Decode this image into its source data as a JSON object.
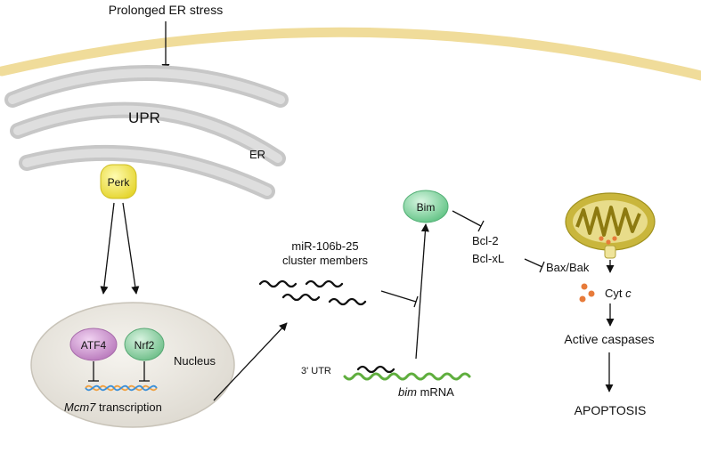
{
  "stimulus": "Prolonged ER stress",
  "upr": "UPR",
  "er": "ER",
  "perk": "Perk",
  "nucleus": {
    "label": "Nucleus",
    "atf4": "ATF4",
    "nrf2": "Nrf2",
    "gene": "Mcm7",
    "transcription": " transcription"
  },
  "mirna": {
    "line1": "miR-106b-25",
    "line2": "cluster members"
  },
  "bim_mrna": {
    "utr": "3' UTR",
    "gene": "bim",
    "suffix": " mRNA"
  },
  "bim": "Bim",
  "bcl2": "Bcl-2",
  "bclxl": "Bcl-xL",
  "baxbak": "Bax/Bak",
  "cytc": {
    "name": "Cyt ",
    "letter": "c"
  },
  "caspases": "Active caspases",
  "apoptosis": "APOPTOSIS",
  "colors": {
    "membrane": "#f0dc9a",
    "er": "#d3d3d3",
    "perk": "#f2e85a",
    "nucleus": "#ebe8e1",
    "atf4": "#c98fcc",
    "nrf2": "#8fd0a5",
    "bim": "#7ed39b",
    "mito": "#c9b63c",
    "mito_inner": "#8d7a10",
    "cytc": "#e77b3a",
    "mrna": "#5fae3e",
    "dna_a": "#f0a040",
    "dna_b": "#3a8fd8"
  }
}
